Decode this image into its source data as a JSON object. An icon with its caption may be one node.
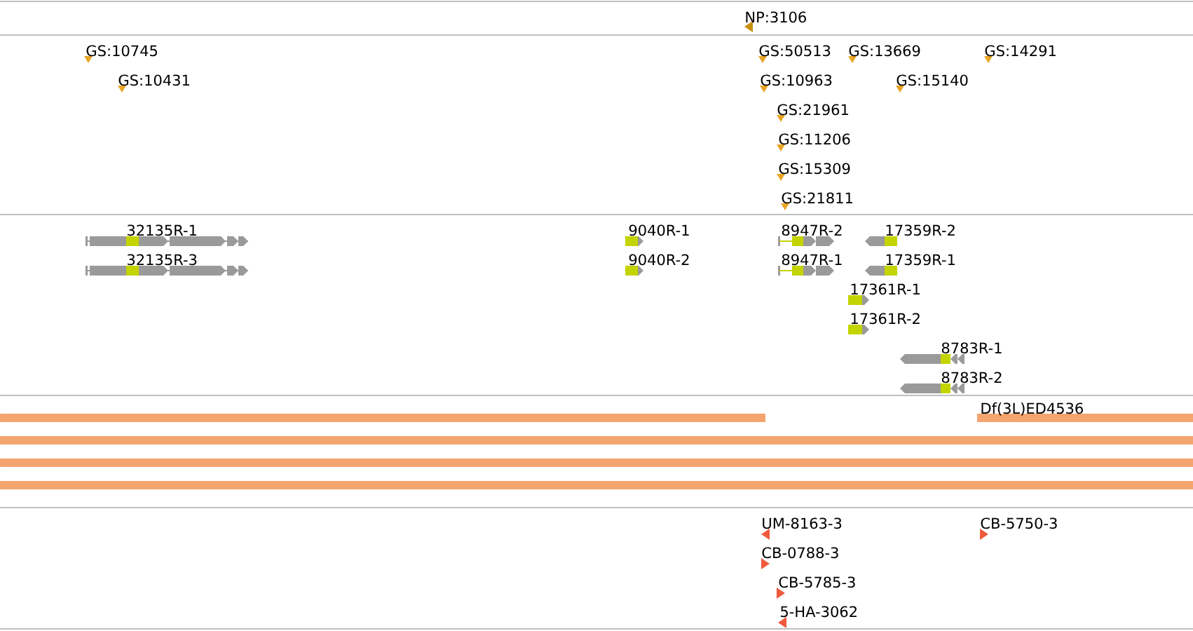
{
  "diagram": {
    "labels": [
      "NP:3106",
      "GS:10745",
      "GS:50513",
      "GS:13669",
      "GS:14291",
      "GS:10431",
      "GS:10963",
      "GS:15140",
      "GS:21961",
      "GS:11206",
      "GS:15309",
      "GS:21811",
      "32135R-1",
      "9040R-1",
      "8947R-2",
      "17359R-2",
      "32135R-3",
      "9040R-2",
      "8947R-1",
      "17359R-1",
      "17361R-1",
      "17361R-2",
      "8783R-1",
      "8783R-2",
      "Df(3L)ED4536",
      "UM-8163-3",
      "CB-5750-3",
      "CB-0788-3",
      "CB-5785-3",
      "5-HA-3062"
    ]
  }
}
